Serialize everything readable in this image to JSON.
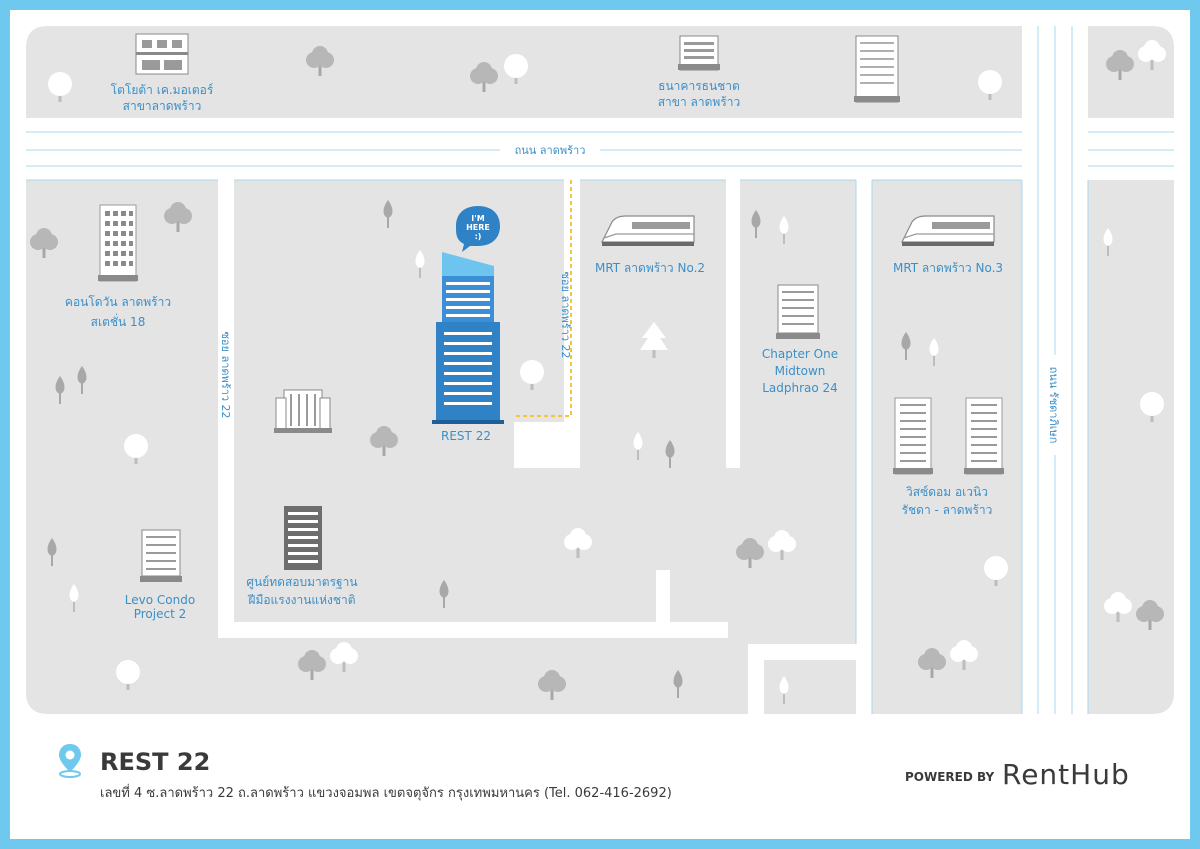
{
  "colors": {
    "frame": "#6fc9ee",
    "block": "#e4e4e4",
    "road_line": "#a9d8ef",
    "label": "#3b8fc9",
    "building": "#2f82c6",
    "text_dark": "#3a3a3a"
  },
  "roads": {
    "main": "ถนน ลาดพร้าว",
    "ratchada": "ถนน รัชดาภิเษก",
    "soi_left": "ซอย ลาดพร้าว 22",
    "soi_right": "ซอย ลาดพร้าว 22"
  },
  "places": {
    "toyota": [
      "โตโยต้า เค.มอเตอร์",
      "สาขาลาดพร้าว"
    ],
    "bank": [
      "ธนาคารธนชาต",
      "สาขา ลาดพร้าว"
    ],
    "condo_one": [
      "คอนโดวัน ลาดพร้าว",
      "สเตชั่น 18"
    ],
    "mrt2": [
      "MRT ลาดพร้าว No.2"
    ],
    "mrt3": [
      "MRT ลาดพร้าว No.3"
    ],
    "chapter_one": [
      "Chapter One",
      "Midtown",
      "Ladphrao 24"
    ],
    "rest22": [
      "REST 22"
    ],
    "skill_center": [
      "ศูนย์ทดสอบมาตรฐาน",
      "ฝีมือแรงงานแห่งชาติ"
    ],
    "levo": [
      "Levo Condo",
      "Project 2"
    ],
    "wish": [
      "วิสซ์ดอม อเวนิว",
      "รัชดา - ลาดพร้าว"
    ]
  },
  "marker": {
    "line1": "I'M",
    "line2": "HERE",
    "line3": ":)"
  },
  "footer": {
    "title": "REST 22",
    "address": "เลขที่ 4 ซ.ลาดพร้าว 22 ถ.ลาดพร้าว แขวงจอมพล เขตจตุจักร กรุงเทพมหานคร (Tel. 062-416-2692)",
    "powered": "POWERED BY",
    "brand": "RentHub"
  },
  "icons": [
    "location-pin-icon",
    "train-icon",
    "tree-icon",
    "building-icon"
  ]
}
